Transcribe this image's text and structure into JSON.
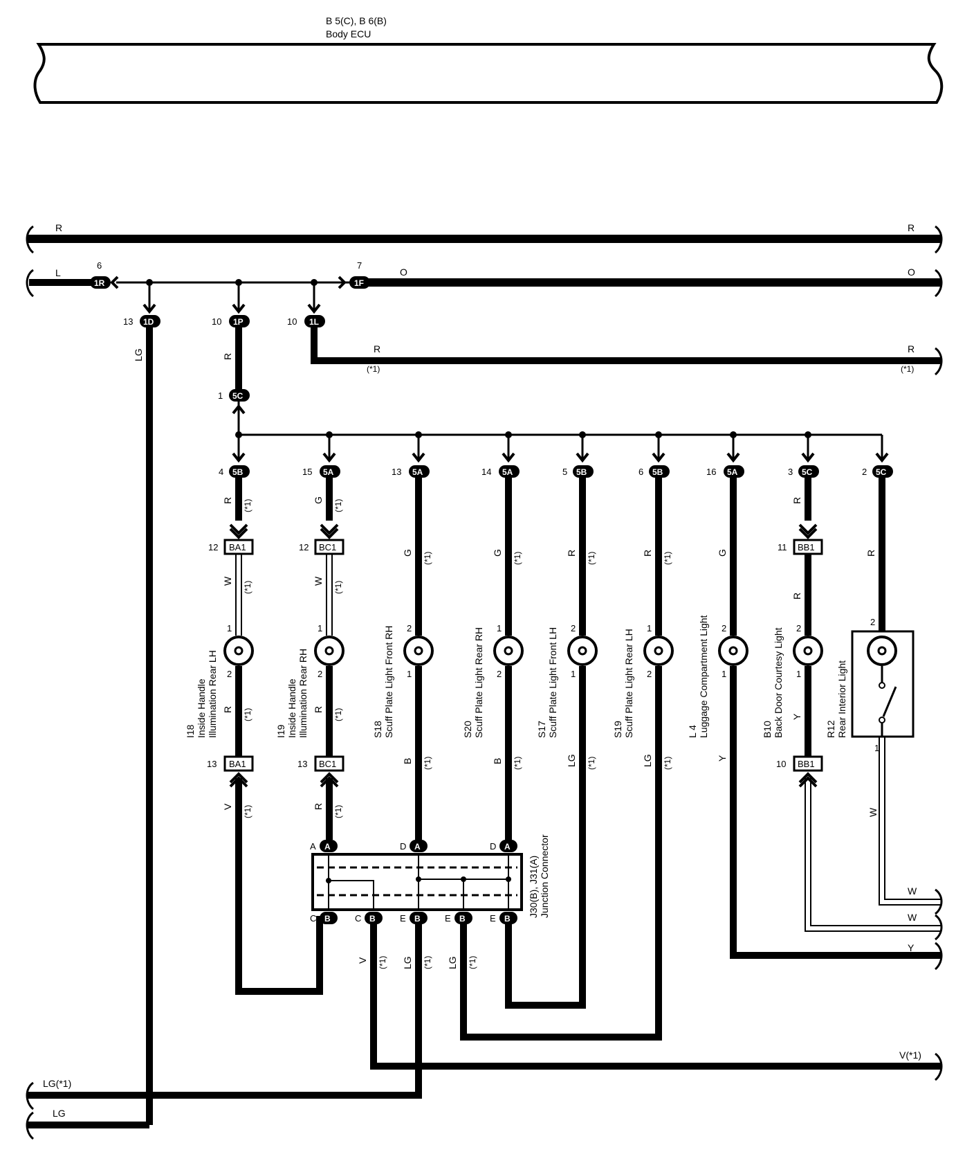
{
  "header": {
    "ecu_code": "B 5(C), B 6(B)",
    "ecu_name": "Body ECU"
  },
  "wires": {
    "R": "R",
    "O": "O",
    "L": "L",
    "LG": "LG",
    "G": "G",
    "W": "W",
    "Y": "Y",
    "B": "B",
    "V": "V",
    "star": "(*1)",
    "lg_star": "LG(*1)",
    "v_star": "V(*1)"
  },
  "junctions": {
    "j1R": "1R",
    "j1F": "1F",
    "j1D": "1D",
    "j1P": "1P",
    "j1L": "1L",
    "j5A": "5A",
    "j5B": "5B",
    "j5C": "5C",
    "jA": "A",
    "jB": "B"
  },
  "connectors": {
    "BA1": "BA1",
    "BC1": "BC1",
    "BB1": "BB1"
  },
  "pins": {
    "p1": "1",
    "p2": "2",
    "p3": "3",
    "p4": "4",
    "p5": "5",
    "p6": "6",
    "p7": "7",
    "p10": "10",
    "p11": "11",
    "p12": "12",
    "p13": "13",
    "p14": "14",
    "p15": "15",
    "p16": "16",
    "pA": "A",
    "pC": "C",
    "pD": "D",
    "pE": "E"
  },
  "components": [
    {
      "code": "I18",
      "line1": "Inside Handle",
      "line2": "Illumination Rear LH"
    },
    {
      "code": "I19",
      "line1": "Inside Handle",
      "line2": "Illumination Rear RH"
    },
    {
      "code": "S18",
      "name": "Scuff Plate Light Front RH"
    },
    {
      "code": "S20",
      "name": "Scuff Plate Light Rear RH"
    },
    {
      "code": "S17",
      "name": "Scuff Plate Light Front LH"
    },
    {
      "code": "S19",
      "name": "Scuff Plate Light Rear LH"
    },
    {
      "code": "L 4",
      "name": "Luggage Compartment Light"
    },
    {
      "code": "B10",
      "name": "Back Door Courtesy Light"
    },
    {
      "code": "R12",
      "name": "Rear Interior Light"
    }
  ],
  "junction_connector": {
    "code": "J30(B), J31(A)",
    "name": "Junction Connector"
  }
}
